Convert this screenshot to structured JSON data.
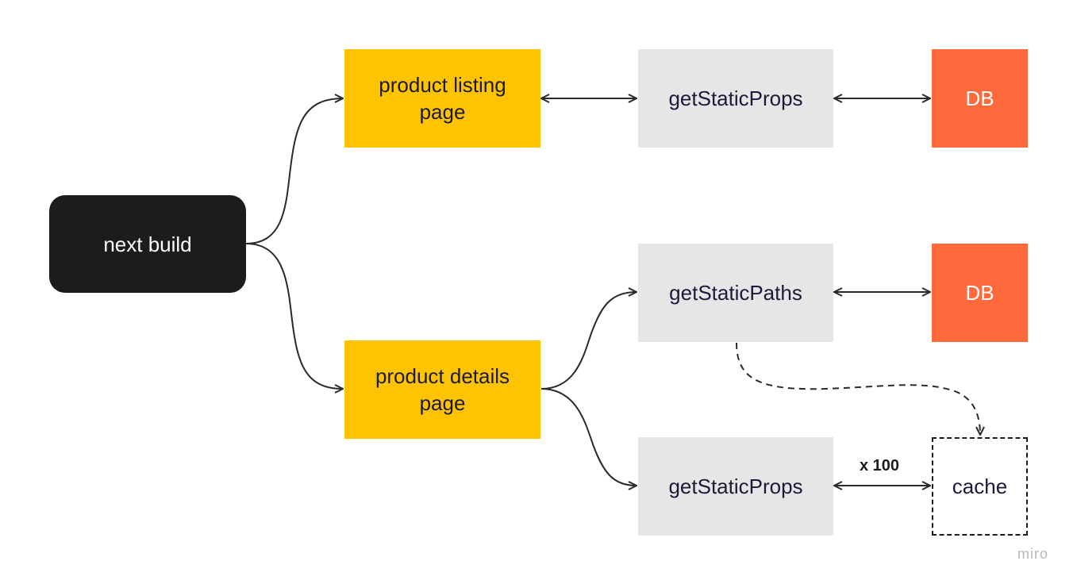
{
  "nodes": {
    "next_build": "next build",
    "product_listing": "product listing page",
    "product_details": "product details page",
    "listing_get_static_props": "getStaticProps",
    "details_get_static_paths": "getStaticPaths",
    "details_get_static_props": "getStaticProps",
    "db_listing": "DB",
    "db_paths": "DB",
    "cache": "cache"
  },
  "edge_labels": {
    "props_to_cache": "x 100"
  },
  "watermark": "miro",
  "colors": {
    "dark": "#1c1c1c",
    "yellow": "#fec401",
    "gray": "#e6e6e6",
    "orange": "#ff6a3d",
    "text": "#1a1a3a"
  }
}
